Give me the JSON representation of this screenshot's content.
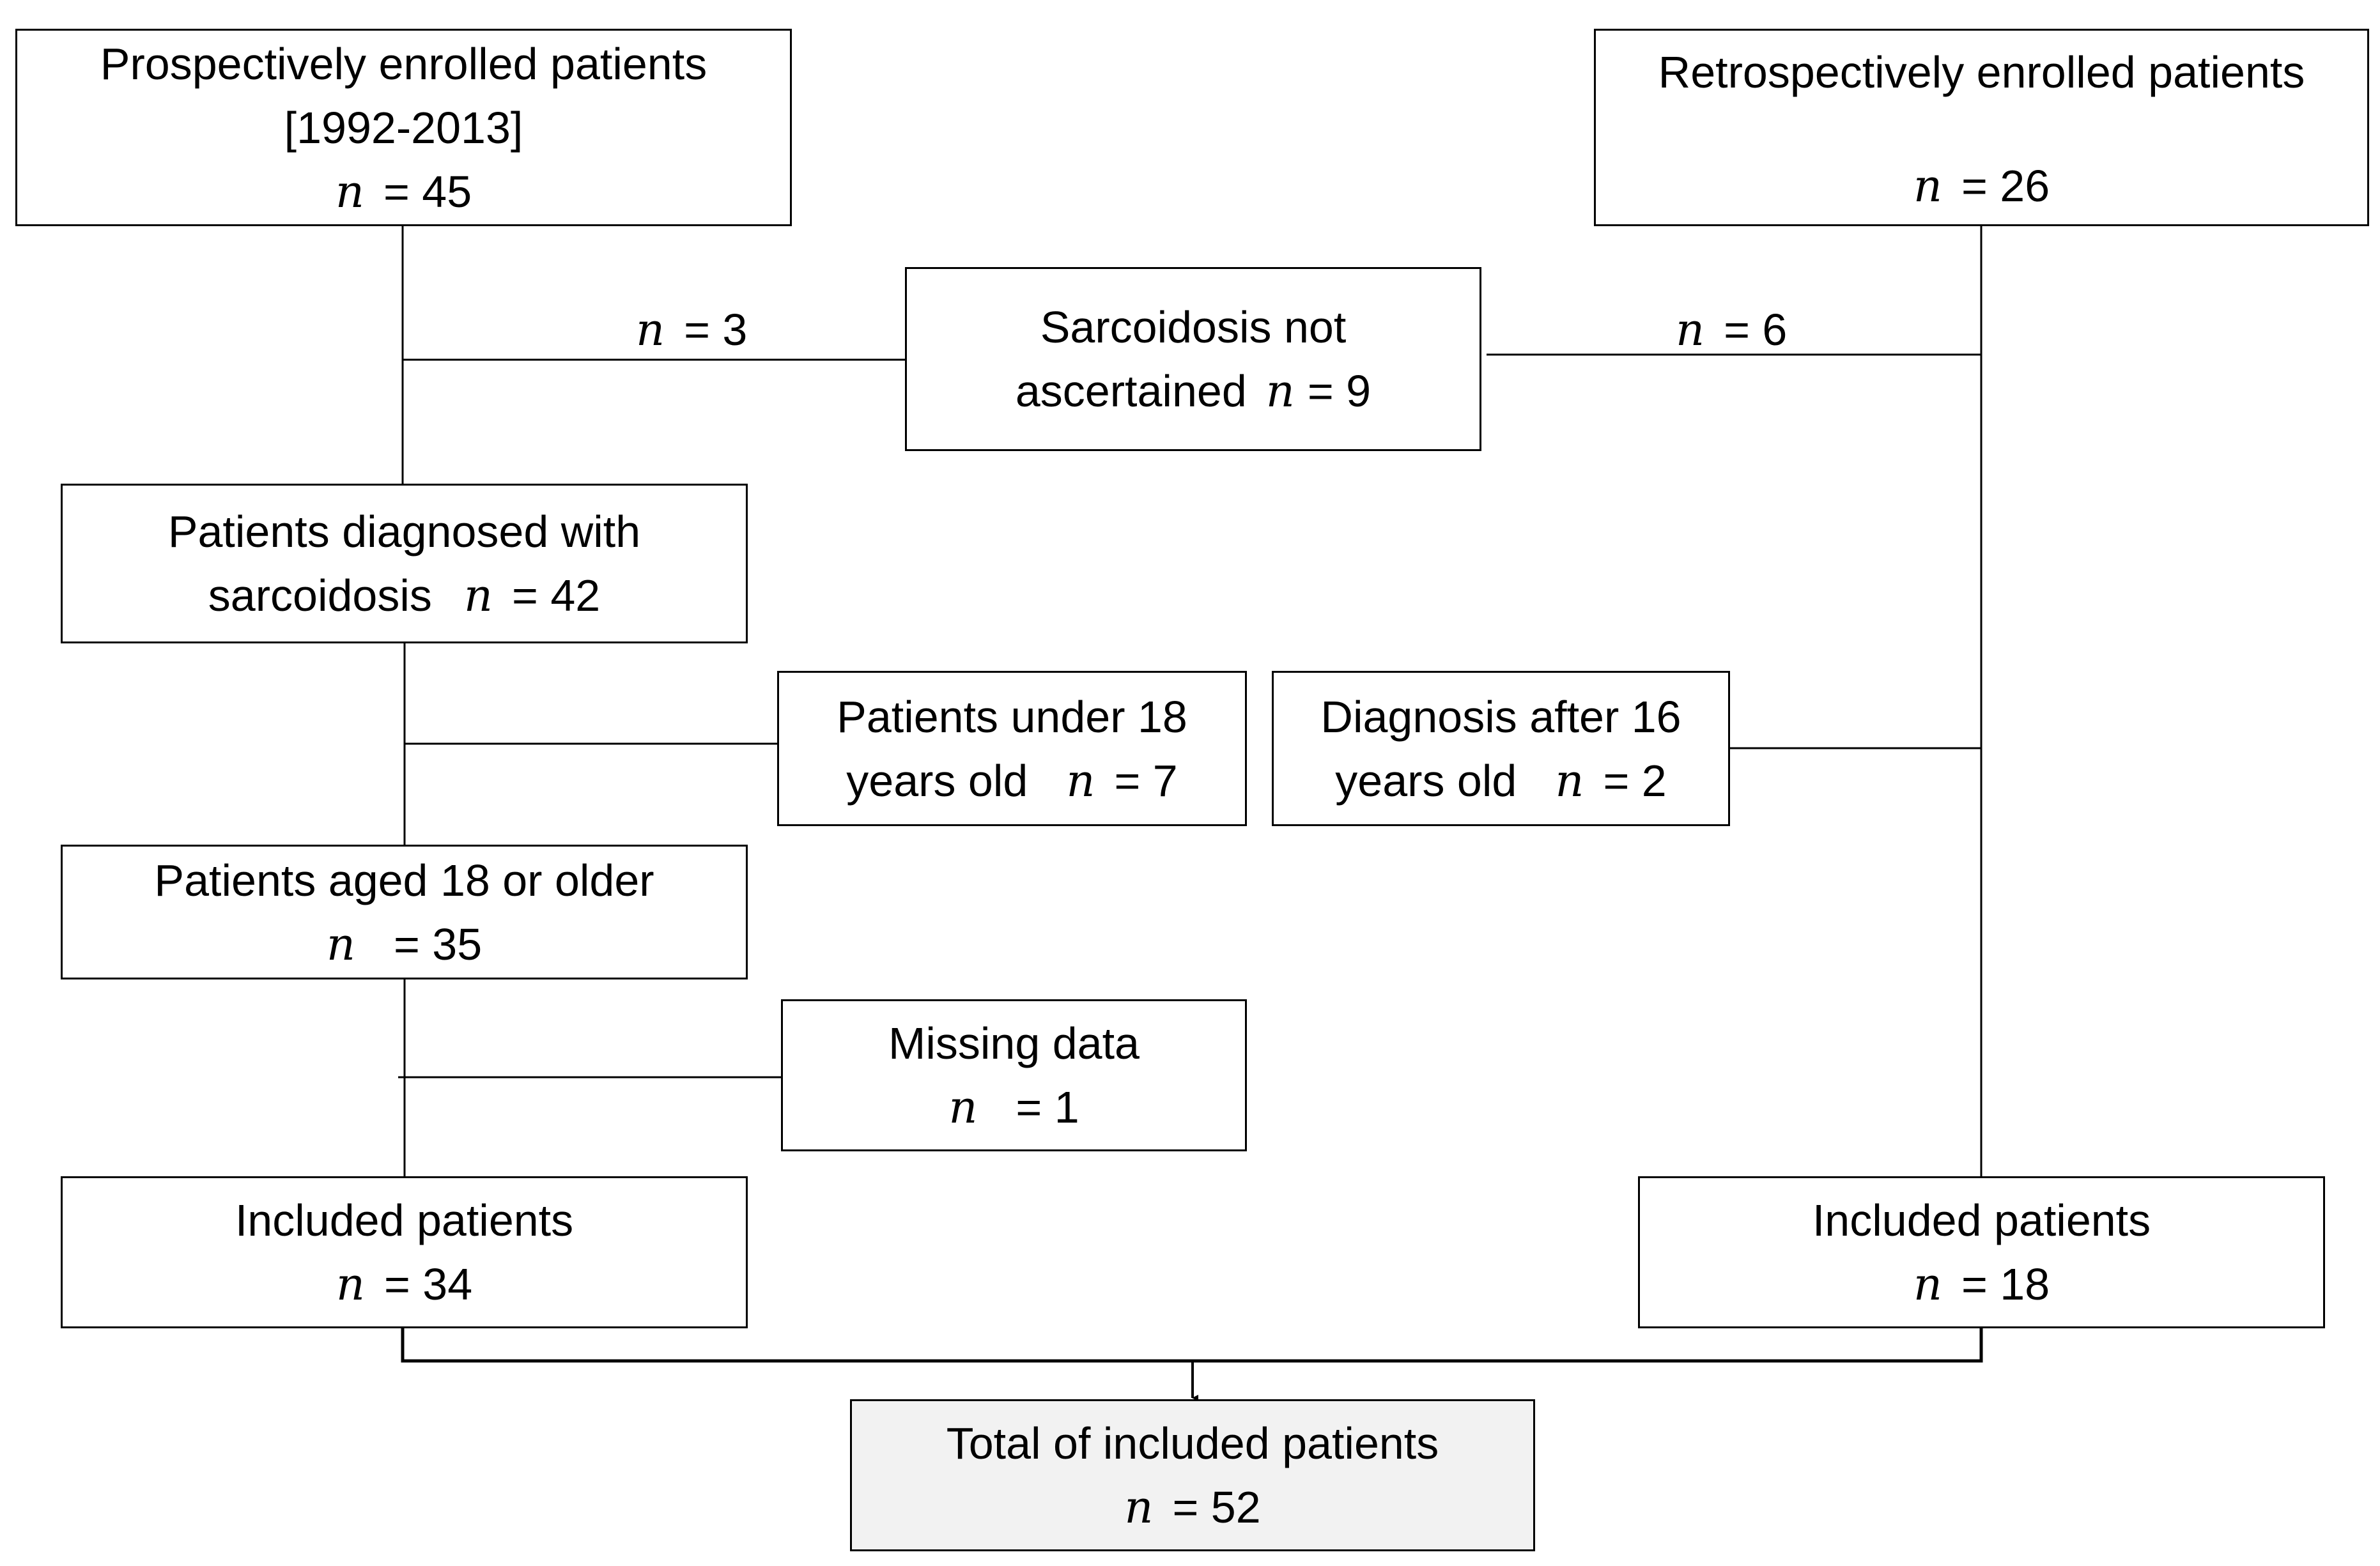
{
  "nodes": {
    "prospective": {
      "line1": "Prospectively enrolled patients",
      "line2": "[1992-2013]",
      "n_symbol": "n",
      "n_value": "=  45"
    },
    "retrospective": {
      "line1": "Retrospectively enrolled patients",
      "n_symbol": "n",
      "n_value": "=  26"
    },
    "not_ascertained": {
      "line1": "Sarcoidosis not",
      "line2": "ascertained",
      "n_symbol": "n",
      "n_value": "= 9"
    },
    "diagnosed": {
      "line1": "Patients diagnosed with",
      "line2": "sarcoidosis",
      "n_symbol": "n",
      "n_value": "=  42"
    },
    "under_18": {
      "line1": "Patients under 18",
      "line2": "years old",
      "n_symbol": "n",
      "n_value": "=  7"
    },
    "after_16": {
      "line1": "Diagnosis after 16",
      "line2": "years old",
      "n_symbol": "n",
      "n_value": "=  2"
    },
    "aged_18": {
      "line1": "Patients aged 18 or older",
      "n_symbol": "n",
      "n_value": "=  35"
    },
    "missing": {
      "line1": "Missing data",
      "n_symbol": "n",
      "n_value": "=  1"
    },
    "included_left": {
      "line1": "Included patients",
      "n_symbol": "n",
      "n_value": "=  34"
    },
    "included_right": {
      "line1": "Included patients",
      "n_symbol": "n",
      "n_value": "=  18"
    },
    "total": {
      "line1": "Total of included patients",
      "n_symbol": "n",
      "n_value": "=  52"
    }
  },
  "edge_labels": {
    "left_exclusion": {
      "n_symbol": "n",
      "n_value": "=  3"
    },
    "right_exclusion": {
      "n_symbol": "n",
      "n_value": "=  6"
    }
  }
}
